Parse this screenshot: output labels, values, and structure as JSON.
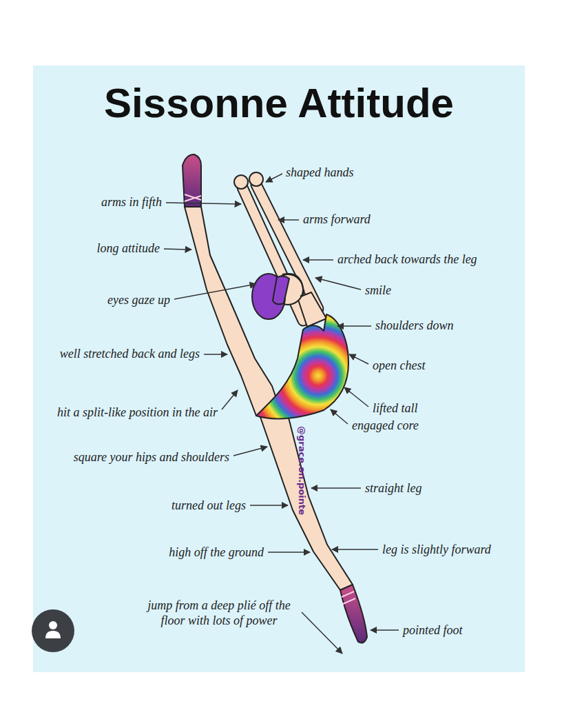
{
  "diagram": {
    "title": "Sissonne Attitude",
    "labels": [
      "shaped hands",
      "arms in fifth",
      "arms forward",
      "long attitude",
      "arched back towards the leg",
      "smile",
      "eyes gaze up",
      "shoulders down",
      "well stretched back and legs",
      "open chest",
      "hit a split-like position in the air",
      "lifted tall",
      "engaged core",
      "square your hips and shoulders",
      "@grace.on.pointe",
      "straight leg",
      "turned out legs",
      "high off the ground",
      "leg is slightly forward",
      "jump from a deep plié off the floor with lots of power",
      "pointed foot"
    ]
  }
}
